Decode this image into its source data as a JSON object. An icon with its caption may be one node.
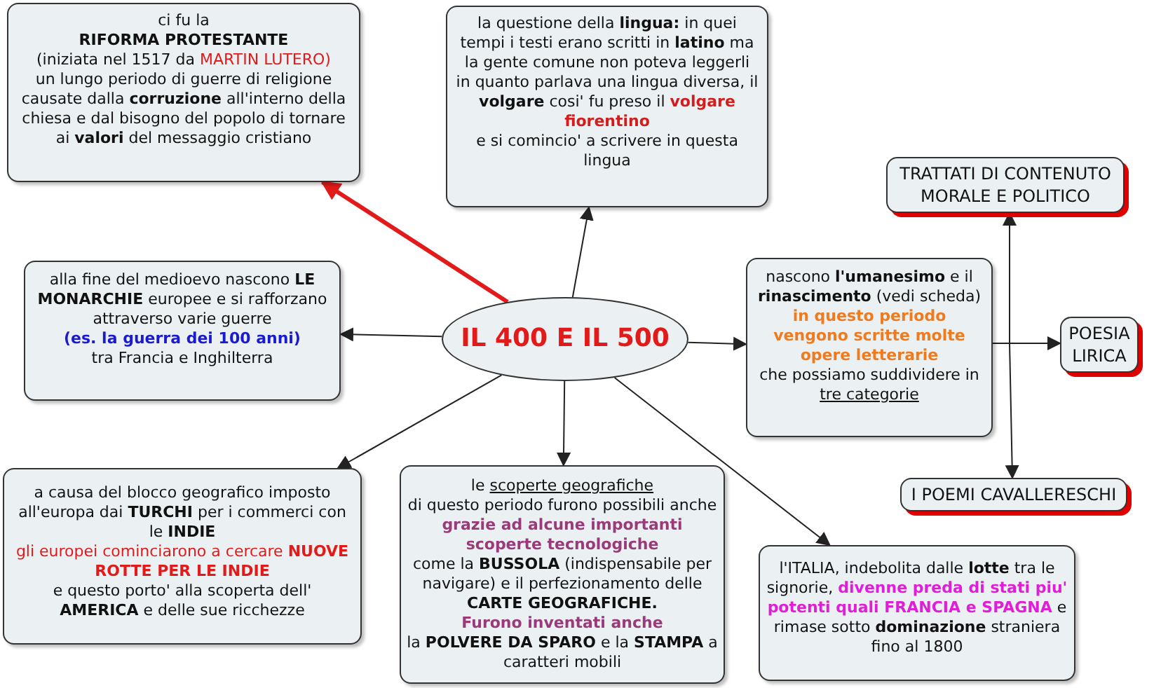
{
  "diagram": {
    "nodes": [
      {
        "text": [
          "IL 400 E IL 500"
        ]
      },
      {
        "text": [
          "ci fu la",
          "RIFORMA PROTESTANTE",
          "(iniziata nel 1517 da",
          "MARTIN LUTERO)",
          "un lungo periodo di guerre di religione causate dalla **corruzione** all'interno della chiesa e dal bisogno del popolo di tornare ai **valori** del messaggio cristiano"
        ]
      },
      {
        "text": [
          "la questione della **lingua:** in quei tempi i testi erano scritti in **latino** ma la gente comune non poteva leggerli in quanto parlava una lingua diversa, il **volgare** cosi' fu preso il",
          "volgare fiorentino",
          "e si comincio' a scrivere in questa lingua"
        ]
      },
      {
        "text": [
          "alla fine del medioevo nascono **LE MONARCHIE** europee e si rafforzano attraverso varie guerre",
          "(es. la guerra dei 100 anni)",
          "tra Francia e Inghilterra"
        ]
      },
      {
        "text": [
          "nascono **l'umanesimo** e il **rinascimento** (vedi scheda)",
          "in questo periodo vengono scritte molte opere letterarie",
          "che possiamo suddividere in",
          "tre categorie"
        ]
      },
      {
        "text": [
          "TRATTATI DI CONTENUTO MORALE E POLITICO"
        ]
      },
      {
        "text": [
          "POESIA LIRICA"
        ]
      },
      {
        "text": [
          "I POEMI CAVALLERESCHI"
        ]
      },
      {
        "text": [
          "a causa del blocco geografico imposto all'europa dai **TURCHI** per i commerci con le **INDIE**",
          "gli europei cominciarono a cercare",
          "NUOVE ROTTE PER LE INDIE",
          "e questo porto' alla scoperta dell' **AMERICA** e delle sue ricchezze"
        ]
      },
      {
        "text": [
          "le",
          "scoperte geografiche",
          "di questo periodo furono possibili anche",
          "grazie ad alcune importanti scoperte tecnologiche",
          "come la **BUSSOLA** (indispensabile per navigare) e il perfezionamento delle **CARTE GEOGRAFICHE.**",
          "Furono inventati anche",
          "la **POLVERE DA SPARO** e la **STAMPA** a caratteri mobili"
        ]
      },
      {
        "text": [
          "l'ITALIA, indebolita dalle **lotte** tra le signorie,",
          "divenne preda di stati piu' potenti quali FRANCIA e SPAGNA",
          "e rimase sotto **dominazione** straniera fino al 1800"
        ]
      }
    ],
    "edges": [
      {
        "from": 0,
        "to": 1,
        "arrow": "to",
        "style": "thick",
        "color": "#e31a1a"
      },
      {
        "from": 0,
        "to": 2,
        "arrow": "to"
      },
      {
        "from": 0,
        "to": 3,
        "arrow": "to"
      },
      {
        "from": 0,
        "to": 4,
        "arrow": "to"
      },
      {
        "from": 4,
        "to": 5,
        "arrow": "to"
      },
      {
        "from": 4,
        "to": 6,
        "arrow": "to"
      },
      {
        "from": 4,
        "to": 7,
        "arrow": "to"
      },
      {
        "from": 0,
        "to": 8,
        "arrow": "to"
      },
      {
        "from": 0,
        "to": 9,
        "arrow": "to"
      },
      {
        "from": 0,
        "to": 10,
        "arrow": "to"
      }
    ]
  }
}
